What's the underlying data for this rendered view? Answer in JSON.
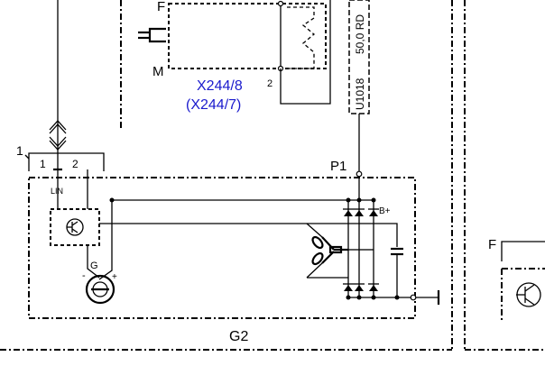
{
  "labels": {
    "motor_f": "F",
    "motor_m": "M",
    "conn_main": "X244/8",
    "conn_alt": "(X244/7)",
    "pin2_top": "2",
    "wire_code": "U1018",
    "wire_spec": "50,0 RD",
    "point_p1": "P1",
    "plug_num": "1",
    "pin1": "1",
    "pin2": "2",
    "lin": "LIN",
    "gauge_g": "G",
    "minus": "-",
    "plus": "+",
    "bplus": "B+",
    "component": "G2",
    "right_f": "F"
  },
  "colors": {
    "line": "#000000",
    "connector_text": "#1a1acd"
  }
}
